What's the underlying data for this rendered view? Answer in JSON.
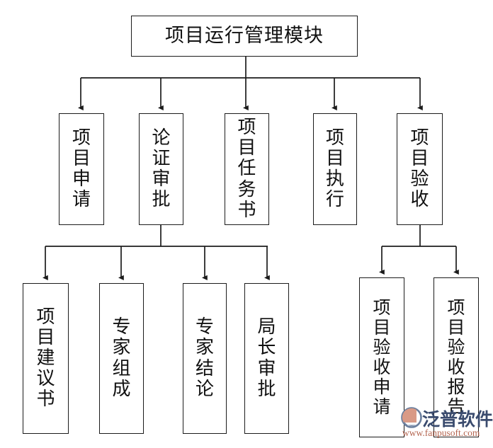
{
  "diagram": {
    "title_node": {
      "label": "项目运行管理模块"
    },
    "level2": [
      {
        "label": "项目申请"
      },
      {
        "label": "论证审批"
      },
      {
        "label": "项目任务书"
      },
      {
        "label": "项目执行"
      },
      {
        "label": "项目验收"
      }
    ],
    "level3_left": [
      {
        "label": "项目建议书"
      },
      {
        "label": "专家组成"
      },
      {
        "label": "专家结论"
      },
      {
        "label": "局长审批"
      }
    ],
    "level3_right": [
      {
        "label": "项目验收申请"
      },
      {
        "label": "项目验收报告"
      }
    ]
  },
  "watermark": {
    "brand": "泛普软件",
    "url": "www.fanpusoft.com",
    "brand_color": "#3a4b6e",
    "url_color": "#b4644f",
    "mark_blue": "#6b7f9e",
    "mark_salmon": "#d99a86"
  },
  "style": {
    "stroke": "#1b1b1b",
    "background": "#ffffff"
  }
}
